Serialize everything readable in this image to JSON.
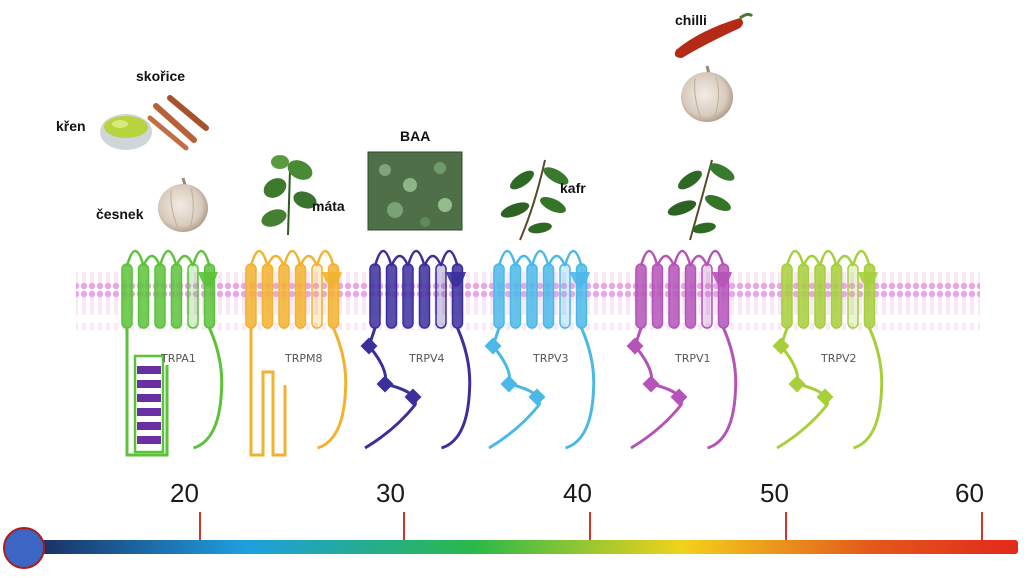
{
  "substances": {
    "kren": "křen",
    "skorice": "skořice",
    "cesnek": "česnek",
    "mata": "máta",
    "baa": "BAA",
    "kafr": "kafr",
    "chilli": "chilli"
  },
  "channels": [
    {
      "label": "TRPA1",
      "color": "#5cc23a"
    },
    {
      "label": "TRPM8",
      "color": "#f2b22e"
    },
    {
      "label": "TRPV4",
      "color": "#3b2f9c"
    },
    {
      "label": "TRPV3",
      "color": "#4bb8e8"
    },
    {
      "label": "TRPV1",
      "color": "#b453b8"
    },
    {
      "label": "TRPV2",
      "color": "#a6cf3c"
    }
  ],
  "scale": {
    "ticks": [
      "20",
      "30",
      "40",
      "50",
      "60"
    ],
    "gradient_colors": [
      "#1a2a5e",
      "#1f9fe0",
      "#2ab84a",
      "#f2d21b",
      "#e3281b"
    ]
  }
}
